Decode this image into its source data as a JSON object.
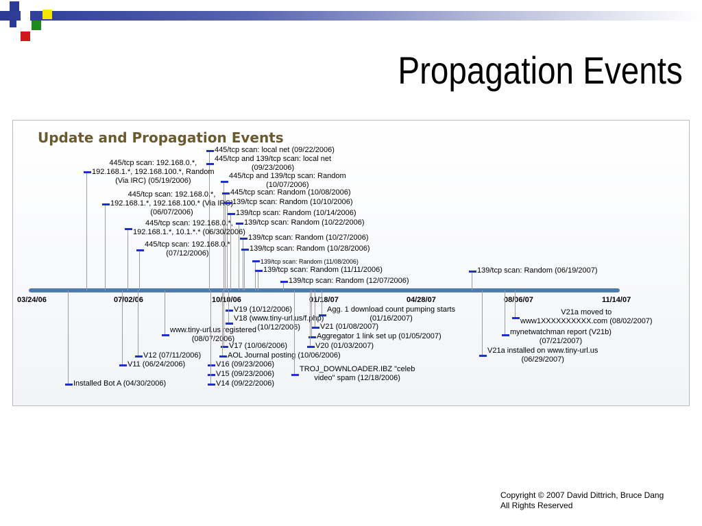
{
  "slide": {
    "title": "Propagation Events",
    "copyright_line1": "Copyright © 2007 David Dittrich, Bruce Dang",
    "copyright_line2": "All Rights Reserved"
  },
  "timeline": {
    "title": "Update and Propagation Events",
    "ticks": [
      "03/24/06",
      "07/02/06",
      "10/10/06",
      "01/18/07",
      "04/28/07",
      "08/06/07",
      "11/14/07"
    ],
    "above": [
      {
        "lines": [
          "445/tcp scan: local net (09/22/2006)"
        ]
      },
      {
        "lines": [
          "445/tcp and 139/tcp scan: local net",
          "(09/23/2006)"
        ]
      },
      {
        "lines": [
          "445/tcp scan: 192.168.0.*,",
          "192.168.1.*, 192.168.100.*, Random",
          "(Via IRC) (05/19/2006)"
        ]
      },
      {
        "lines": [
          "445/tcp and 139/tcp scan: Random",
          "(10/07/2006)"
        ]
      },
      {
        "lines": [
          "445/tcp scan: 192.168.0.*,",
          "192.168.1.*, 192.168.100.* (Via IRC)",
          "(06/07/2006)"
        ]
      },
      {
        "lines": [
          "445/tcp scan: Random (10/08/2006)"
        ]
      },
      {
        "lines": [
          "139/tcp scan: Random (10/10/2006)"
        ]
      },
      {
        "lines": [
          "139/tcp scan: Random (10/14/2006)"
        ]
      },
      {
        "lines": [
          "445/tcp scan: 192.168.0.*,",
          "192.168.1.*, 10.1.*.* (06/30/2006)"
        ]
      },
      {
        "lines": [
          "139/tcp scan: Random (10/22/2006)"
        ]
      },
      {
        "lines": [
          "445/tcp scan: 192.168.0.*",
          "(07/12/2006)"
        ]
      },
      {
        "lines": [
          "139/tcp scan: Random (10/27/2006)"
        ]
      },
      {
        "lines": [
          "139/tcp scan: Random (10/28/2006)"
        ]
      },
      {
        "lines": [
          "139/tcp scan: Random (11/08/2006)"
        ]
      },
      {
        "lines": [
          "139/tcp scan: Random (11/11/2006)"
        ]
      },
      {
        "lines": [
          "139/tcp scan: Random (12/07/2006)"
        ]
      },
      {
        "lines": [
          "139/tcp scan: Random (06/19/2007)"
        ]
      }
    ],
    "below": [
      {
        "lines": [
          "V19 (10/12/2006)"
        ]
      },
      {
        "lines": [
          "V18 (www.tiny-url.us/f.php)",
          "(10/12/2006)"
        ]
      },
      {
        "lines": [
          "Agg. 1 download count pumping starts",
          "(01/16/2007)"
        ]
      },
      {
        "lines": [
          "V21a moved to",
          "www1XXXXXXXXXX.com (08/02/2007)"
        ]
      },
      {
        "lines": [
          "V21 (01/08/2007)"
        ]
      },
      {
        "lines": [
          "www.tiny-url.us registered",
          "(08/07/2006)"
        ]
      },
      {
        "lines": [
          "mynetwatchman report (V21b)",
          "(07/21/2007)"
        ]
      },
      {
        "lines": [
          "Aggregator 1 link set up (01/05/2007)"
        ]
      },
      {
        "lines": [
          "V17 (10/06/2006)"
        ]
      },
      {
        "lines": [
          "V20 (01/03/2007)"
        ]
      },
      {
        "lines": [
          "V21a installed on www.tiny-url.us",
          "(06/29/2007)"
        ]
      },
      {
        "lines": [
          "V12 (07/11/2006)"
        ]
      },
      {
        "lines": [
          "AOL Journal posting (10/06/2006)"
        ]
      },
      {
        "lines": [
          "V11 (06/24/2006)"
        ]
      },
      {
        "lines": [
          "V16 (09/23/2006)"
        ]
      },
      {
        "lines": [
          "TROJ_DOWNLOADER.IBZ \"celeb",
          "video\" spam (12/18/2006)"
        ]
      },
      {
        "lines": [
          "V15 (09/23/2006)"
        ]
      },
      {
        "lines": [
          "Installed Bot A (04/30/2006)"
        ]
      },
      {
        "lines": [
          "V14 (09/22/2006)"
        ]
      }
    ]
  }
}
